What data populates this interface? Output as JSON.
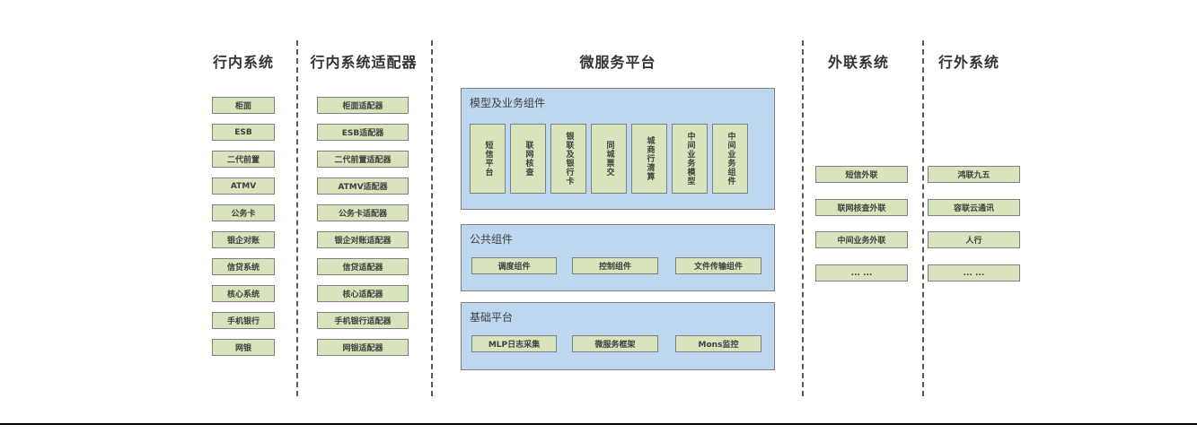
{
  "colors": {
    "green_fill": "#d7e4bc",
    "green_border": "#7f7f7f",
    "blue_fill": "#bdd7ee",
    "blue_border": "#7f7f7f",
    "header_text": "#333333",
    "box_text": "#3f3f3f",
    "separator_dash": "#595959",
    "bottom_rule": "#000000"
  },
  "columns": {
    "internal_systems": {
      "title": "行内系统",
      "items": [
        "柜面",
        "ESB",
        "二代前置",
        "ATMV",
        "公务卡",
        "银企对账",
        "信贷系统",
        "核心系统",
        "手机银行",
        "网银"
      ]
    },
    "internal_adapters": {
      "title": "行内系统适配器",
      "items": [
        "柜面适配器",
        "ESB适配器",
        "二代前置适配器",
        "ATMV适配器",
        "公务卡适配器",
        "银企对账适配器",
        "信贷适配器",
        "核心适配器",
        "手机银行适配器",
        "网银适配器"
      ]
    },
    "microservice_platform": {
      "title": "微服务平台",
      "sections": [
        {
          "label": "模型及业务组件",
          "items": [
            "短信平台",
            "联网核查",
            "银联及银行卡",
            "同城票交",
            "城商行清算",
            "中间业务模型",
            "中间业务组件"
          ]
        },
        {
          "label": "公共组件",
          "items": [
            "调度组件",
            "控制组件",
            "文件传输组件"
          ]
        },
        {
          "label": "基础平台",
          "items": [
            "MLP日志采集",
            "微服务框架",
            "Mons监控"
          ]
        }
      ]
    },
    "external_link_systems": {
      "title": "外联系统",
      "items": [
        "短信外联",
        "联网核查外联",
        "中间业务外联",
        "... ..."
      ]
    },
    "external_systems": {
      "title": "行外系统",
      "items": [
        "鸿联九五",
        "容联云通讯",
        "人行",
        "... ..."
      ]
    }
  }
}
